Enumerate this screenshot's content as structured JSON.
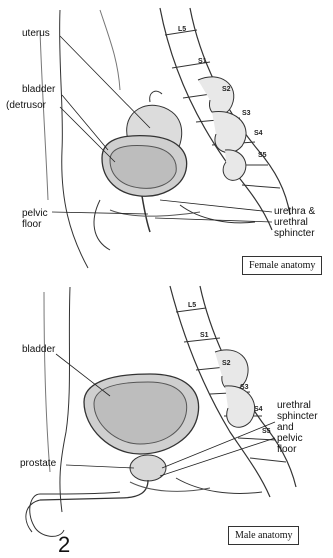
{
  "female": {
    "labels": {
      "uterus": "uterus",
      "bladder": "bladder",
      "detrusor": "(detrusor",
      "pelvic_floor": "pelvic\nfloor",
      "urethra": "urethra &\nurethral\nsphincter"
    },
    "vertebrae": [
      "L5",
      "S1",
      "S2",
      "S3",
      "S4",
      "S5"
    ],
    "caption": "Female anatomy"
  },
  "male": {
    "labels": {
      "bladder": "bladder",
      "prostate": "prostate",
      "sphincter": "urethral\nsphincter\nand\npelvic\nfloor"
    },
    "vertebrae": [
      "L5",
      "S1",
      "S2",
      "S3",
      "S4",
      "S5"
    ],
    "caption": "Male anatomy"
  },
  "footer_fragment": "2"
}
